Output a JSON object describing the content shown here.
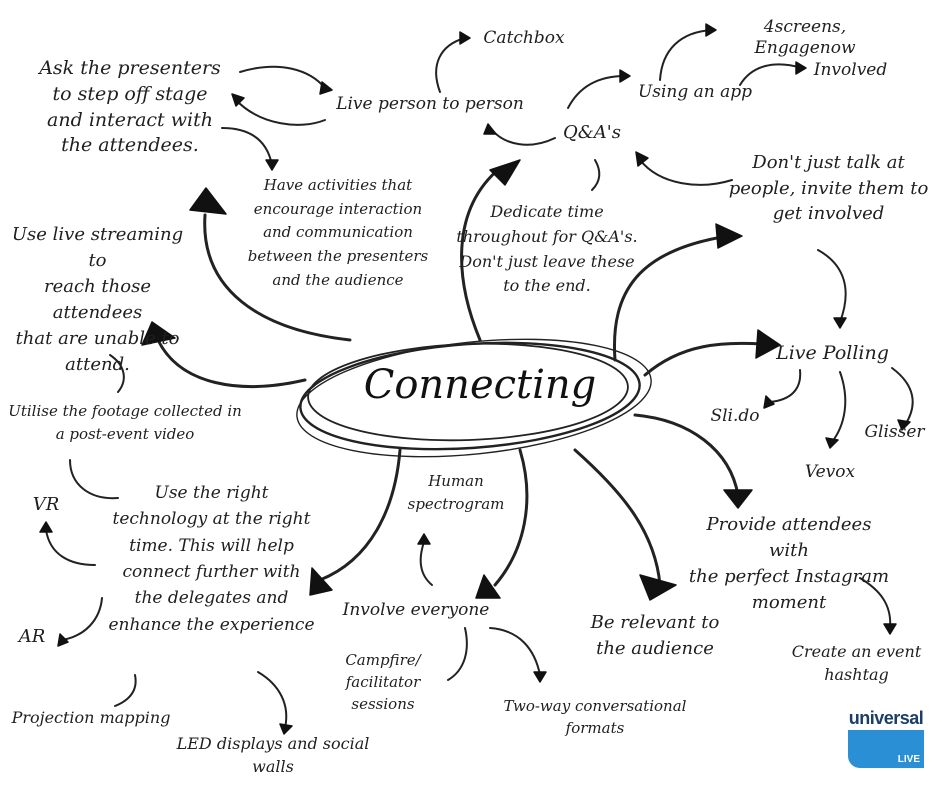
{
  "center": "Connecting",
  "nodes": {
    "ask_presenters": "Ask the presenters\nto step off stage\nand interact with\nthe attendees.",
    "live_person": "Live person to person",
    "catchbox": "Catchbox",
    "have_activities": "Have activities that\nencourage interaction\nand communication\nbetween the presenters\nand the audience",
    "qa": "Q&A's",
    "using_app": "Using an app",
    "screens": "4screens, Engagenow",
    "involved": "Involved",
    "dont_just_talk": "Don't just talk at\npeople, invite them to\nget involved",
    "dedicate_time": "Dedicate time\nthroughout for Q&A's.\nDon't just leave these\nto the end.",
    "live_streaming": "Use live streaming to\nreach those attendees\nthat are unable to\nattend.",
    "utilise_footage": "Utilise the footage collected in\na post-event video",
    "live_polling": "Live Polling",
    "slido": "Sli.do",
    "glisser": "Glisser",
    "vevox": "Vevox",
    "right_tech": "Use the right\ntechnology at the right\ntime. This will help\nconnect further with\nthe delegates and\nenhance the experience",
    "vr": "VR",
    "ar": "AR",
    "projection": "Projection mapping",
    "led": "LED displays and social\nwalls",
    "human_spectrogram": "Human\nspectrogram",
    "involve_everyone": "Involve everyone",
    "campfire": "Campfire/\nfacilitator\nsessions",
    "two_way": "Two-way conversational\nformats",
    "be_relevant": "Be relevant to\nthe audience",
    "instagram": "Provide attendees with\nthe perfect Instagram\nmoment",
    "hashtag": "Create an event\nhashtag"
  },
  "logo": {
    "name": "universal",
    "sub": "LIVE",
    "accent": "#2a8fd4",
    "brand": "#1c3f66"
  },
  "colors": {
    "ink": "#1f1f1f"
  }
}
